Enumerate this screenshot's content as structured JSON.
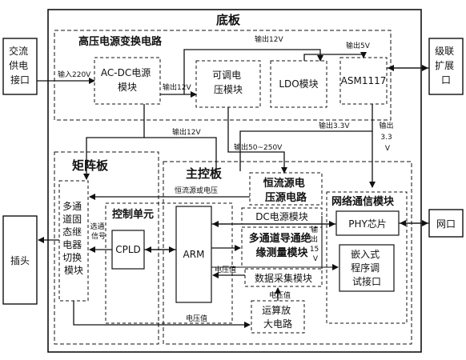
{
  "board": {
    "title": "底板"
  },
  "hv_region": {
    "title": "高压电源变换电路"
  },
  "ac_input": {
    "lines": [
      "交流",
      "供电",
      "接口"
    ]
  },
  "cascade_port": {
    "lines": [
      "级联",
      "扩展",
      "口"
    ]
  },
  "acdc": {
    "lines": [
      "AC-DC电源",
      "模块"
    ]
  },
  "adjustable": {
    "lines": [
      "可调电",
      "压模块"
    ]
  },
  "ldo": {
    "label": "LDO模块"
  },
  "asm": {
    "label": "ASM1117"
  },
  "matrix": {
    "title": "矩阵板",
    "relay_lines": [
      "多通",
      "道固",
      "态继",
      "电器",
      "切换",
      "模块"
    ]
  },
  "plug": {
    "label": "插头"
  },
  "main": {
    "title": "主控板"
  },
  "control": {
    "title": "控制单元",
    "cpld": "CPLD",
    "arm": "ARM"
  },
  "constant": {
    "lines": [
      "恒流源电",
      "压源电路"
    ]
  },
  "dc_module": {
    "label": "DC电源模块"
  },
  "isolation": {
    "lines": [
      "多通道导通绝",
      "缘测量模块"
    ]
  },
  "daq": {
    "label": "数据采集模块"
  },
  "amp": {
    "lines": [
      "运算放",
      "大电路"
    ]
  },
  "network": {
    "title": "网络通信模块",
    "phy": "PHY芯片",
    "debug_lines": [
      "嵌入式",
      "程序调",
      "试接口"
    ]
  },
  "netport": {
    "label": "网口"
  },
  "signals": {
    "in220": "输入220V",
    "out12_top": "输出12V",
    "out5": "输出5V",
    "out12_acdc": "输出12V",
    "out12_mid": "输出12V",
    "out33": "输出3.3V",
    "out33_vert": [
      "输出",
      "3.3",
      "V"
    ],
    "out50_250": "输出50~250V",
    "const_src": "恒流源或电压",
    "select_sig": [
      "选通",
      "信号"
    ],
    "out15_vert": [
      "输",
      "出",
      "15",
      "V"
    ],
    "volt1": "电压值",
    "volt2": "电压值",
    "volt3": "电压值"
  }
}
